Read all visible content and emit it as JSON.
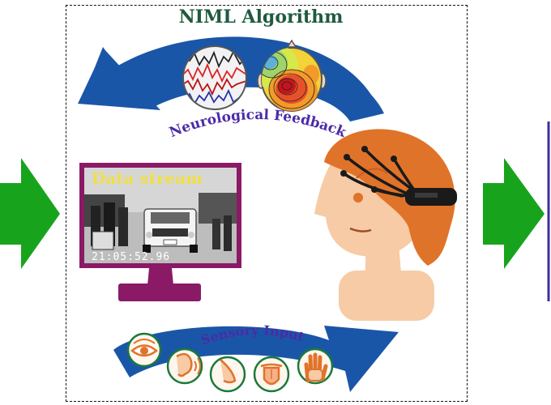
{
  "title": "NIML Algorithm",
  "feedback_label": "Neurological Feedback",
  "input_label": "Sensory Input",
  "screen": {
    "caption": "Data stream",
    "timestamp": "21:05:52.96"
  },
  "icons": [
    "eye-icon",
    "ear-icon",
    "nose-icon",
    "tongue-icon",
    "hand-icon"
  ],
  "colors": {
    "title": "#1f5a3f",
    "label": "#4b2ba8",
    "arrow_blue": "#1a56a8",
    "flow_green": "#17a41c",
    "monitor": "#8a1a66",
    "hair": "#e0732a",
    "skin": "#f6cba5",
    "caption": "#f0df4a"
  }
}
